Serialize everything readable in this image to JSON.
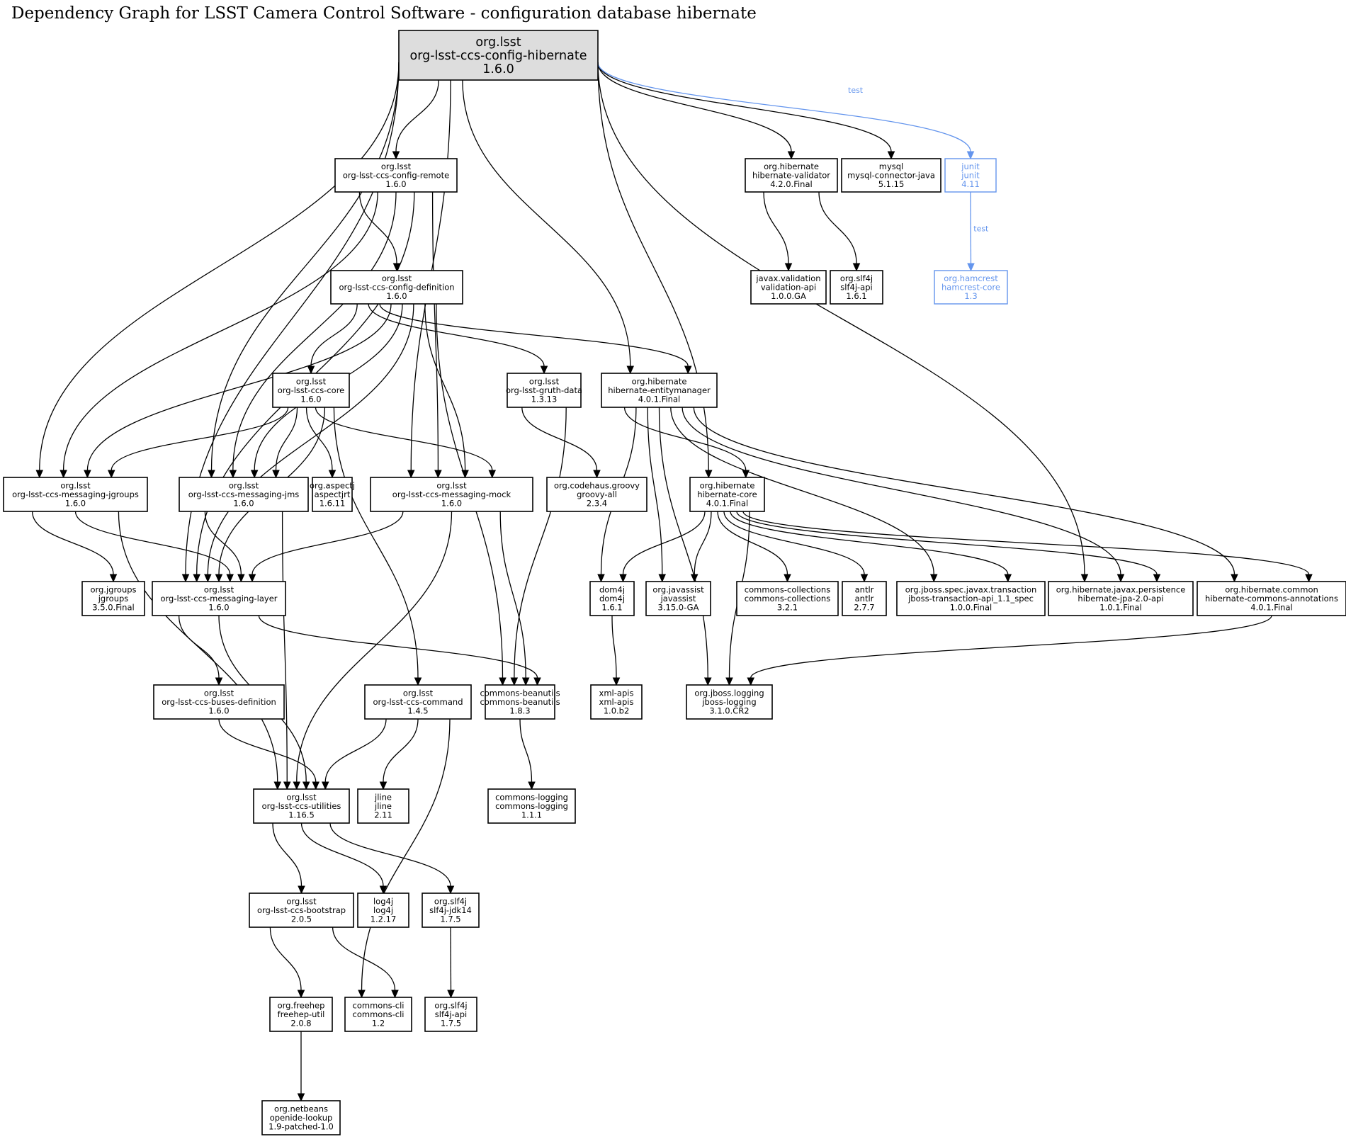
{
  "title": "Dependency Graph for LSST Camera Control Software - configuration database hibernate",
  "colors": {
    "test_scope": "#6495ed",
    "root_fill": "#dddddd",
    "default_stroke": "#000000"
  },
  "nodes": {
    "root": {
      "group": "org.lsst",
      "artifact": "org-lsst-ccs-config-hibernate",
      "version": "1.6.0",
      "kind": "root"
    },
    "config_remote": {
      "group": "org.lsst",
      "artifact": "org-lsst-ccs-config-remote",
      "version": "1.6.0"
    },
    "config_definition": {
      "group": "org.lsst",
      "artifact": "org-lsst-ccs-config-definition",
      "version": "1.6.0"
    },
    "hibernate_validator": {
      "group": "org.hibernate",
      "artifact": "hibernate-validator",
      "version": "4.2.0.Final"
    },
    "mysql": {
      "group": "mysql",
      "artifact": "mysql-connector-java",
      "version": "5.1.15"
    },
    "junit": {
      "group": "junit",
      "artifact": "junit",
      "version": "4.11",
      "kind": "test"
    },
    "validation_api": {
      "group": "javax.validation",
      "artifact": "validation-api",
      "version": "1.0.0.GA"
    },
    "slf4j_api_161": {
      "group": "org.slf4j",
      "artifact": "slf4j-api",
      "version": "1.6.1"
    },
    "hamcrest": {
      "group": "org.hamcrest",
      "artifact": "hamcrest-core",
      "version": "1.3",
      "kind": "test"
    },
    "ccs_core": {
      "group": "org.lsst",
      "artifact": "org-lsst-ccs-core",
      "version": "1.6.0"
    },
    "gruth_data": {
      "group": "org.lsst",
      "artifact": "org-lsst-gruth-data",
      "version": "1.3.13"
    },
    "entitymanager": {
      "group": "org.hibernate",
      "artifact": "hibernate-entitymanager",
      "version": "4.0.1.Final"
    },
    "msg_jgroups": {
      "group": "org.lsst",
      "artifact": "org-lsst-ccs-messaging-jgroups",
      "version": "1.6.0"
    },
    "msg_jms": {
      "group": "org.lsst",
      "artifact": "org-lsst-ccs-messaging-jms",
      "version": "1.6.0"
    },
    "aspectjrt": {
      "group": "org.aspectj",
      "artifact": "aspectjrt",
      "version": "1.6.11"
    },
    "msg_mock": {
      "group": "org.lsst",
      "artifact": "org-lsst-ccs-messaging-mock",
      "version": "1.6.0"
    },
    "groovy": {
      "group": "org.codehaus.groovy",
      "artifact": "groovy-all",
      "version": "2.3.4"
    },
    "hibernate_core": {
      "group": "org.hibernate",
      "artifact": "hibernate-core",
      "version": "4.0.1.Final"
    },
    "jgroups": {
      "group": "org.jgroups",
      "artifact": "jgroups",
      "version": "3.5.0.Final"
    },
    "msg_layer": {
      "group": "org.lsst",
      "artifact": "org-lsst-ccs-messaging-layer",
      "version": "1.6.0"
    },
    "dom4j": {
      "group": "dom4j",
      "artifact": "dom4j",
      "version": "1.6.1"
    },
    "javassist": {
      "group": "org.javassist",
      "artifact": "javassist",
      "version": "3.15.0-GA"
    },
    "commons_collections": {
      "group": "commons-collections",
      "artifact": "commons-collections",
      "version": "3.2.1"
    },
    "antlr": {
      "group": "antlr",
      "artifact": "antlr",
      "version": "2.7.7"
    },
    "jboss_transaction": {
      "group": "org.jboss.spec.javax.transaction",
      "artifact": "jboss-transaction-api_1.1_spec",
      "version": "1.0.0.Final"
    },
    "hibernate_jpa": {
      "group": "org.hibernate.javax.persistence",
      "artifact": "hibernate-jpa-2.0-api",
      "version": "1.0.1.Final"
    },
    "commons_annotations": {
      "group": "org.hibernate.common",
      "artifact": "hibernate-commons-annotations",
      "version": "4.0.1.Final"
    },
    "buses_definition": {
      "group": "org.lsst",
      "artifact": "org-lsst-ccs-buses-definition",
      "version": "1.6.0"
    },
    "ccs_command": {
      "group": "org.lsst",
      "artifact": "org-lsst-ccs-command",
      "version": "1.4.5"
    },
    "beanutils": {
      "group": "commons-beanutils",
      "artifact": "commons-beanutils",
      "version": "1.8.3"
    },
    "xml_apis": {
      "group": "xml-apis",
      "artifact": "xml-apis",
      "version": "1.0.b2"
    },
    "jboss_logging": {
      "group": "org.jboss.logging",
      "artifact": "jboss-logging",
      "version": "3.1.0.CR2"
    },
    "utilities": {
      "group": "org.lsst",
      "artifact": "org-lsst-ccs-utilities",
      "version": "1.16.5"
    },
    "jline": {
      "group": "jline",
      "artifact": "jline",
      "version": "2.11"
    },
    "commons_logging": {
      "group": "commons-logging",
      "artifact": "commons-logging",
      "version": "1.1.1"
    },
    "bootstrap": {
      "group": "org.lsst",
      "artifact": "org-lsst-ccs-bootstrap",
      "version": "2.0.5"
    },
    "log4j": {
      "group": "log4j",
      "artifact": "log4j",
      "version": "1.2.17"
    },
    "slf4j_jdk14": {
      "group": "org.slf4j",
      "artifact": "slf4j-jdk14",
      "version": "1.7.5"
    },
    "freehep": {
      "group": "org.freehep",
      "artifact": "freehep-util",
      "version": "2.0.8"
    },
    "commons_cli": {
      "group": "commons-cli",
      "artifact": "commons-cli",
      "version": "1.2"
    },
    "slf4j_api_175": {
      "group": "org.slf4j",
      "artifact": "slf4j-api",
      "version": "1.7.5"
    },
    "openide_lookup": {
      "group": "org.netbeans",
      "artifact": "openide-lookup",
      "version": "1.9-patched-1.0"
    }
  },
  "edges": [
    {
      "from": "root",
      "to": "config_remote"
    },
    {
      "from": "root",
      "to": "msg_mock"
    },
    {
      "from": "root",
      "to": "entitymanager"
    },
    {
      "from": "root",
      "to": "hibernate_core"
    },
    {
      "from": "root",
      "to": "hibernate_validator"
    },
    {
      "from": "root",
      "to": "mysql"
    },
    {
      "from": "root",
      "to": "junit",
      "scope": "test",
      "label": "test"
    },
    {
      "from": "root",
      "to": "msg_jgroups"
    },
    {
      "from": "root",
      "to": "msg_jms"
    },
    {
      "from": "root",
      "to": "msg_layer"
    },
    {
      "from": "root",
      "to": "hibernate_jpa"
    },
    {
      "from": "config_remote",
      "to": "config_definition"
    },
    {
      "from": "config_remote",
      "to": "msg_jgroups"
    },
    {
      "from": "config_remote",
      "to": "msg_jms"
    },
    {
      "from": "config_remote",
      "to": "msg_layer"
    },
    {
      "from": "config_remote",
      "to": "msg_mock"
    },
    {
      "from": "hibernate_validator",
      "to": "validation_api"
    },
    {
      "from": "hibernate_validator",
      "to": "slf4j_api_161"
    },
    {
      "from": "junit",
      "to": "hamcrest",
      "scope": "test",
      "label": "test"
    },
    {
      "from": "config_definition",
      "to": "ccs_core"
    },
    {
      "from": "config_definition",
      "to": "gruth_data"
    },
    {
      "from": "config_definition",
      "to": "entitymanager"
    },
    {
      "from": "config_definition",
      "to": "msg_jgroups"
    },
    {
      "from": "config_definition",
      "to": "msg_jms"
    },
    {
      "from": "config_definition",
      "to": "msg_layer"
    },
    {
      "from": "config_definition",
      "to": "msg_mock"
    },
    {
      "from": "config_definition",
      "to": "beanutils"
    },
    {
      "from": "ccs_core",
      "to": "msg_jgroups"
    },
    {
      "from": "ccs_core",
      "to": "msg_jms"
    },
    {
      "from": "ccs_core",
      "to": "aspectjrt"
    },
    {
      "from": "ccs_core",
      "to": "msg_mock"
    },
    {
      "from": "ccs_core",
      "to": "msg_layer"
    },
    {
      "from": "ccs_core",
      "to": "ccs_command"
    },
    {
      "from": "gruth_data",
      "to": "groovy"
    },
    {
      "from": "gruth_data",
      "to": "beanutils"
    },
    {
      "from": "entitymanager",
      "to": "hibernate_core"
    },
    {
      "from": "entitymanager",
      "to": "dom4j"
    },
    {
      "from": "entitymanager",
      "to": "javassist"
    },
    {
      "from": "entitymanager",
      "to": "jboss_logging"
    },
    {
      "from": "entitymanager",
      "to": "jboss_transaction"
    },
    {
      "from": "entitymanager",
      "to": "hibernate_jpa"
    },
    {
      "from": "entitymanager",
      "to": "commons_annotations"
    },
    {
      "from": "msg_jgroups",
      "to": "jgroups"
    },
    {
      "from": "msg_jgroups",
      "to": "msg_layer"
    },
    {
      "from": "msg_jgroups",
      "to": "utilities"
    },
    {
      "from": "msg_jms",
      "to": "msg_layer"
    },
    {
      "from": "msg_jms",
      "to": "utilities"
    },
    {
      "from": "msg_mock",
      "to": "msg_layer"
    },
    {
      "from": "msg_mock",
      "to": "utilities"
    },
    {
      "from": "msg_mock",
      "to": "beanutils"
    },
    {
      "from": "hibernate_core",
      "to": "dom4j"
    },
    {
      "from": "hibernate_core",
      "to": "javassist"
    },
    {
      "from": "hibernate_core",
      "to": "commons_collections"
    },
    {
      "from": "hibernate_core",
      "to": "antlr"
    },
    {
      "from": "hibernate_core",
      "to": "jboss_transaction"
    },
    {
      "from": "hibernate_core",
      "to": "hibernate_jpa"
    },
    {
      "from": "hibernate_core",
      "to": "commons_annotations"
    },
    {
      "from": "hibernate_core",
      "to": "jboss_logging"
    },
    {
      "from": "msg_layer",
      "to": "buses_definition"
    },
    {
      "from": "msg_layer",
      "to": "utilities"
    },
    {
      "from": "msg_layer",
      "to": "beanutils"
    },
    {
      "from": "dom4j",
      "to": "xml_apis"
    },
    {
      "from": "commons_annotations",
      "to": "jboss_logging"
    },
    {
      "from": "buses_definition",
      "to": "utilities"
    },
    {
      "from": "ccs_command",
      "to": "utilities"
    },
    {
      "from": "ccs_command",
      "to": "jline"
    },
    {
      "from": "ccs_command",
      "to": "commons_cli"
    },
    {
      "from": "beanutils",
      "to": "commons_logging"
    },
    {
      "from": "utilities",
      "to": "bootstrap"
    },
    {
      "from": "utilities",
      "to": "log4j"
    },
    {
      "from": "utilities",
      "to": "slf4j_jdk14"
    },
    {
      "from": "bootstrap",
      "to": "freehep"
    },
    {
      "from": "bootstrap",
      "to": "commons_cli"
    },
    {
      "from": "slf4j_jdk14",
      "to": "slf4j_api_175"
    },
    {
      "from": "freehep",
      "to": "openide_lookup"
    }
  ]
}
